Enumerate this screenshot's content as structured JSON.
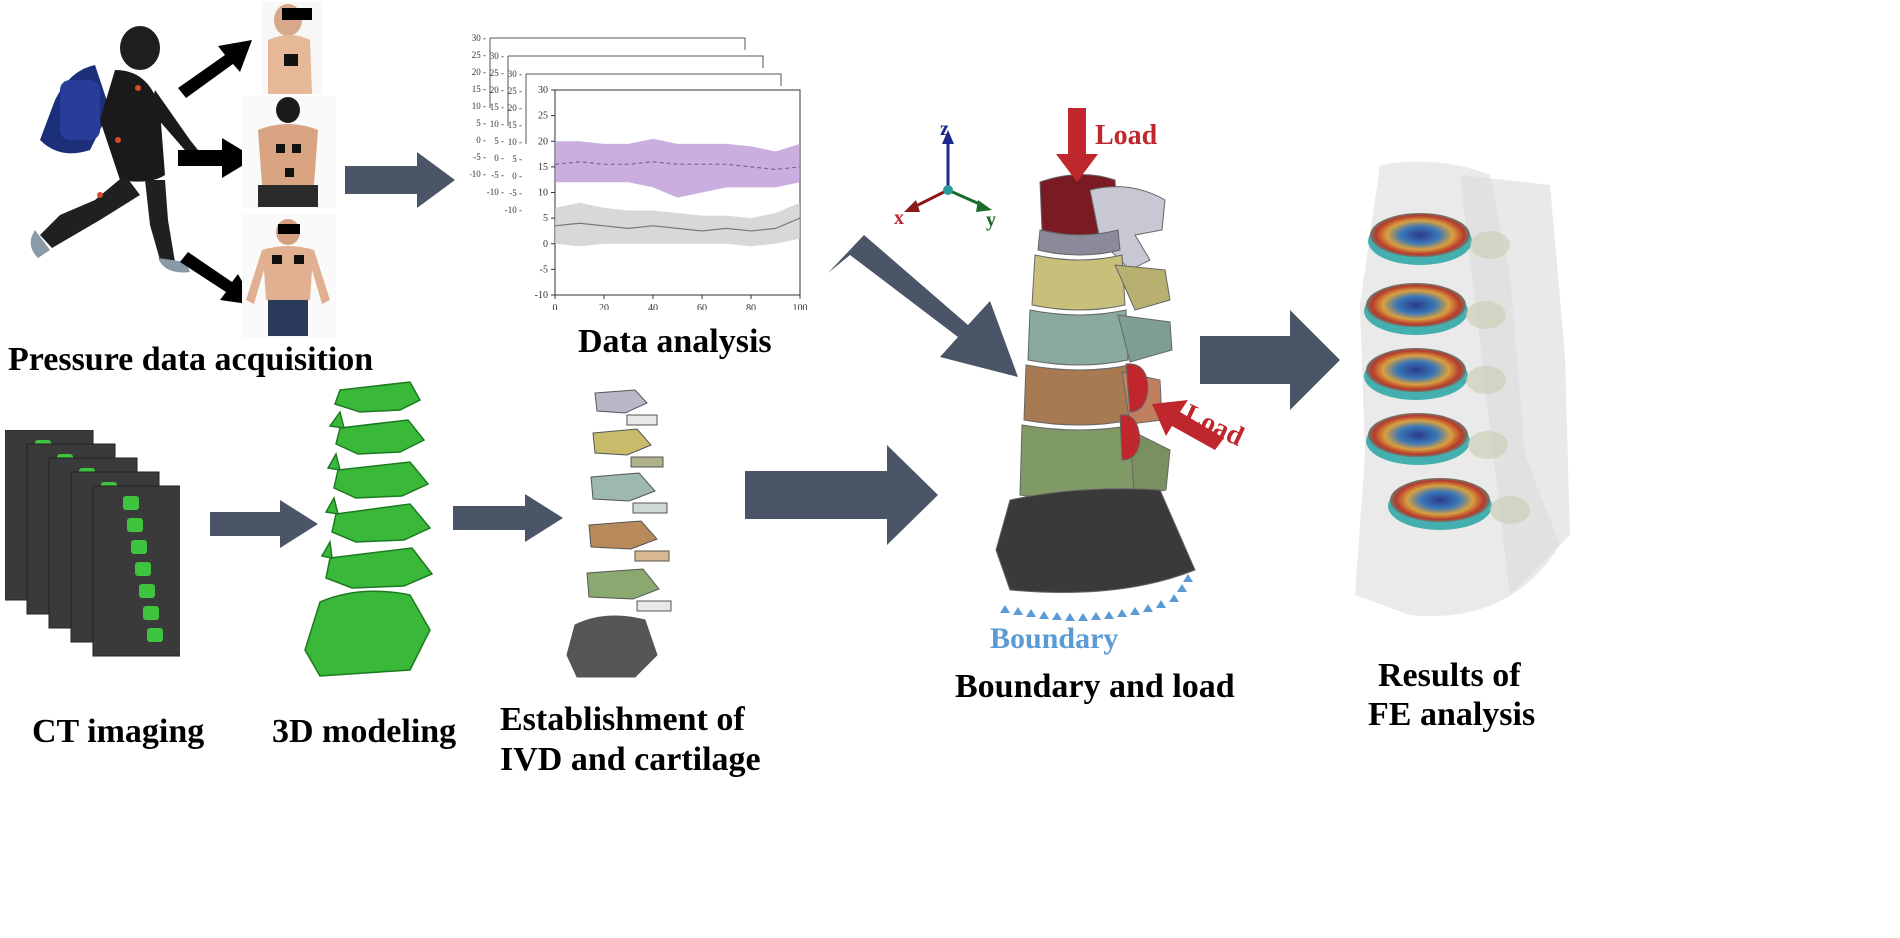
{
  "captions": {
    "pressure": "Pressure data acquisition",
    "data_analysis": "Data analysis",
    "ct_imaging": "CT imaging",
    "modeling_3d": "3D modeling",
    "establishment_line1": "Establishment of",
    "establishment_line2": "IVD and cartilage",
    "boundary_and_load": "Boundary and load",
    "results_line1": "Results of",
    "results_line2": "FE analysis"
  },
  "labels": {
    "load_top": "Load",
    "load_side": "Load",
    "boundary": "Boundary",
    "axis_z": "z",
    "axis_x": "x",
    "axis_y": "y"
  },
  "colors": {
    "arrow": "#4a5568",
    "load_arrow": "#c0272d",
    "boundary_text": "#5b9bd5",
    "purple_band": "#b58cd3",
    "gray_band": "#c8c8c8"
  },
  "chart_data": {
    "type": "area",
    "x": [
      0,
      10,
      20,
      30,
      40,
      50,
      60,
      70,
      80,
      90,
      100
    ],
    "xlim": [
      0,
      100
    ],
    "ylim": [
      -10,
      30
    ],
    "x_ticks": [
      0,
      20,
      40,
      60,
      80,
      100
    ],
    "y_ticks": [
      -10,
      -5,
      0,
      5,
      10,
      15,
      20,
      25,
      30
    ],
    "stacked_panel_y_ticks": [
      30,
      25,
      20,
      15,
      10,
      5,
      0,
      -5,
      -10
    ],
    "series": [
      {
        "mean": [
          15.5,
          16,
          15.5,
          15.5,
          16,
          15.5,
          15.5,
          15.5,
          15,
          14.5,
          15
        ],
        "upper": [
          20,
          20,
          19.5,
          19.5,
          20.5,
          19.5,
          19.5,
          19.5,
          19,
          18,
          19.5
        ],
        "lower": [
          12,
          12,
          12,
          12,
          11,
          9,
          10,
          11,
          11,
          11,
          12
        ],
        "color": "#8a5aa8",
        "band": "#b58cd3",
        "dashed": true
      },
      {
        "mean": [
          3.5,
          4,
          3.5,
          3,
          3.5,
          3,
          2.5,
          3,
          2.5,
          3,
          5
        ],
        "upper": [
          7,
          8,
          7,
          6.5,
          6.5,
          6,
          5.5,
          5.5,
          5,
          6,
          8
        ],
        "lower": [
          0,
          -0.5,
          0,
          0,
          0,
          0,
          0,
          0,
          -0.5,
          0,
          1
        ],
        "color": "#777777",
        "band": "#c8c8c8",
        "dashed": false
      }
    ]
  }
}
